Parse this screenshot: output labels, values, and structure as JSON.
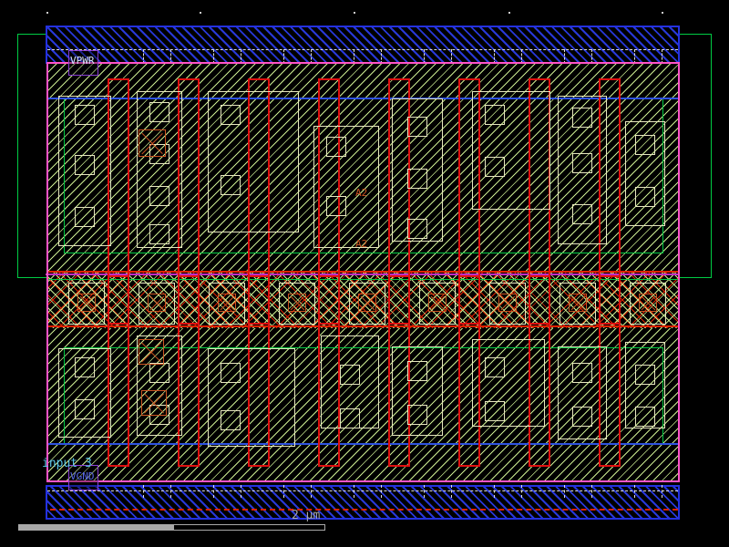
{
  "viewer": {
    "description": "IC layout viewer canvas showing one standard cell row slice"
  },
  "labels": {
    "power_rail": "VPWR",
    "ground_rail": "VGND",
    "instance": "input 3",
    "net": "A2"
  },
  "scale_bar": {
    "label": "2 μm"
  },
  "colors": {
    "background": "#000000",
    "hatch_green": "#c9e98f",
    "rail_blue": "#2431e0",
    "rail_hatch_blue": "#2838d8",
    "boundary_pink": "#ff54c8",
    "nwell_green": "#00cc44",
    "poly_red": "#e01010",
    "via_orange": "#cc5522",
    "li_cream": "#e8e8c0",
    "mid_magenta": "#c22cc2",
    "inner_blue": "#2e52e0",
    "mid_red": "#dd2200",
    "label_purple": "#8a3fd4",
    "label_white": "#dce6ff",
    "label_cyan": "#58c4e8",
    "label_blue": "#5868e8",
    "scale_gray": "#a8a8a8",
    "tick_gray": "#cccccc"
  }
}
